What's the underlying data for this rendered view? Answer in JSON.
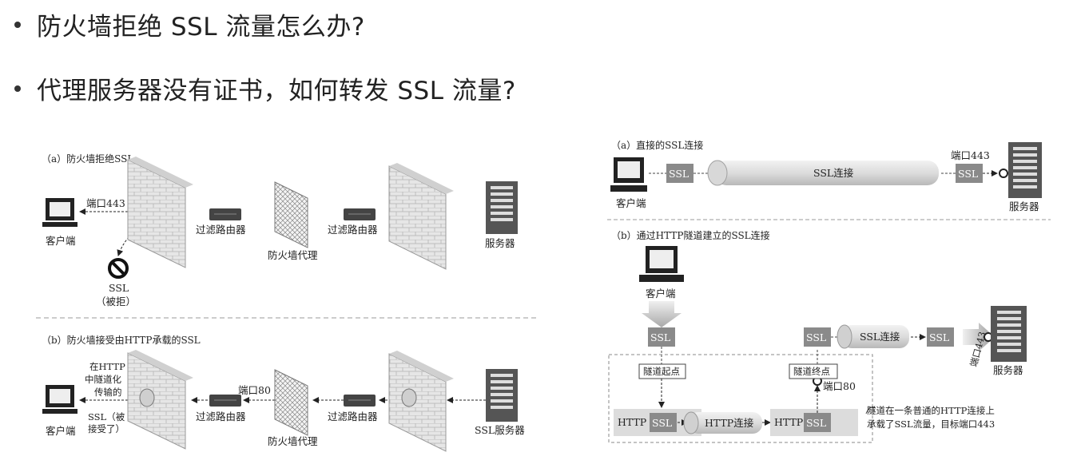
{
  "bullets": [
    {
      "text": "防火墙拒绝 SSL 流量怎么办?"
    },
    {
      "text": "代理服务器没有证书，如何转发 SSL 流量?"
    }
  ],
  "left_figure": {
    "part_a": {
      "caption": "（a）防火墙拒绝SSL",
      "client": "客户端",
      "port": "端口443",
      "router1": "过滤路由器",
      "firewall_proxy": "防火墙代理",
      "router2": "过滤路由器",
      "server": "服务器",
      "ssl": "SSL",
      "rejected": "（被拒）"
    },
    "part_b": {
      "caption": "（b）防火墙接受由HTTP承载的SSL",
      "tunnel_line1": "在HTTP",
      "tunnel_line2": "中隧道化",
      "tunnel_line3": "传输的",
      "ssl_accept1": "SSL（被",
      "ssl_accept2": "接受了）",
      "client": "客户端",
      "port": "端口80",
      "router1": "过滤路由器",
      "firewall_proxy": "防火墙代理",
      "router2": "过滤路由器",
      "server": "SSL服务器"
    }
  },
  "right_figure": {
    "part_a": {
      "caption": "（a）直接的SSL连接",
      "ssl_client": "SSL",
      "conn": "SSL连接",
      "port": "端口443",
      "ssl_server": "SSL",
      "client": "客户端",
      "server": "服务器"
    },
    "part_b": {
      "caption": "（b）通过HTTP隧道建立的SSL连接",
      "client": "客户端",
      "ssl_top": "SSL",
      "tunnel_start": "隧道起点",
      "http_left": "HTTP",
      "ssl_left": "SSL",
      "http_conn": "HTTP连接",
      "http_right": "HTTP",
      "ssl_right": "SSL",
      "tunnel_end": "隧道终点",
      "port": "端口80",
      "ssl_upper": "SSL",
      "ssl_conn": "SSL连接",
      "ssl_server": "SSL",
      "port443": "端口443",
      "server": "服务器",
      "note1": "隧道在一条普通的HTTP连接上",
      "note2": "承载了SSL流量，目标端口443"
    }
  }
}
